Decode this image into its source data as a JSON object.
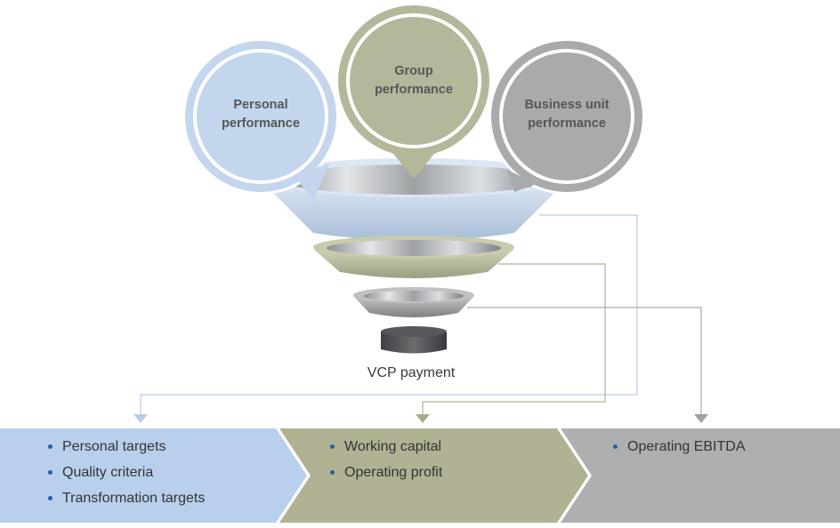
{
  "bubbles": {
    "personal": {
      "line1": "Personal",
      "line2": "performance",
      "color": "#c4d6ed"
    },
    "group": {
      "line1": "Group",
      "line2": "performance",
      "color": "#b5b79a"
    },
    "business_unit": {
      "line1": "Business unit",
      "line2": "performance",
      "color": "#b3b4b5"
    }
  },
  "funnel_output_label": "VCP payment",
  "panels": {
    "personal": {
      "items": [
        "Personal targets",
        "Quality criteria",
        "Transformation targets"
      ],
      "color": "#b9d0ec"
    },
    "group": {
      "items": [
        "Working capital",
        "Operating profit"
      ],
      "color": "#b0b293"
    },
    "business_unit": {
      "items": [
        "Operating EBITDA"
      ],
      "color": "#aeafb1"
    }
  },
  "colors": {
    "bullet": "#2a5d9f",
    "label_text": "#555759"
  }
}
